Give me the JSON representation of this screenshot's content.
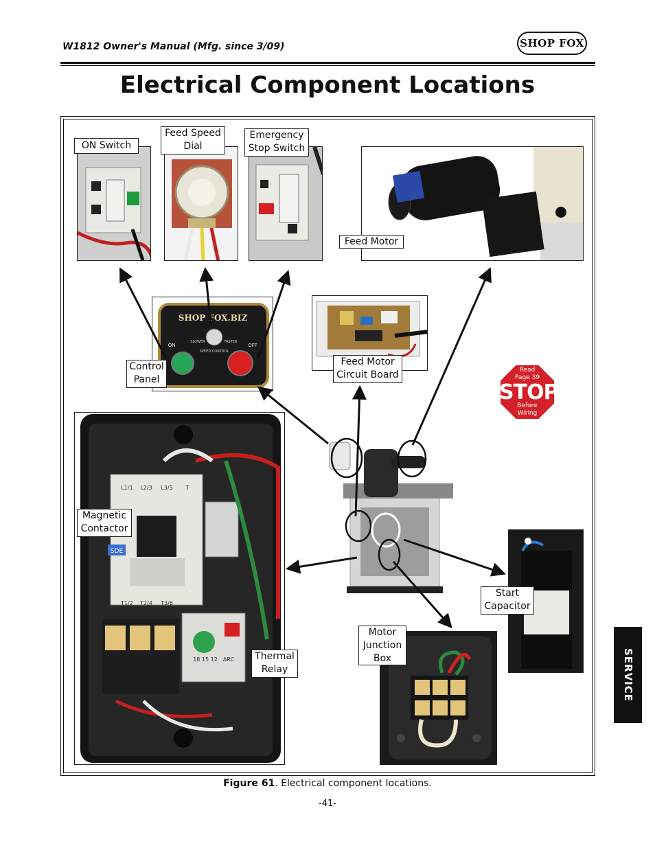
{
  "header": {
    "manual_title": "W1812 Owner's Manual (Mfg. since 3/09)",
    "logo_text": "SHOP FOX"
  },
  "page_title": "Electrical Component Locations",
  "labels": {
    "on_switch": "ON Switch",
    "feed_speed_dial": "Feed Speed\nDial",
    "emergency_stop": "Emergency\nStop Switch",
    "feed_motor": "Feed Motor",
    "control_panel": "Control\nPanel",
    "feed_motor_circuit_board": "Feed Motor\nCircuit Board",
    "magnetic_contactor": "Magnetic\nContactor",
    "thermal_relay": "Thermal\nRelay",
    "motor_junction_box": "Motor\nJunction\nBox",
    "start_capacitor": "Start\nCapacitor"
  },
  "control_panel_photo": {
    "brand": "SHOP FOX.BIZ",
    "on": "ON",
    "off": "OFF",
    "slower": "SLOWER",
    "faster": "FASTER",
    "speed_control": "SPEED\nCONTROL"
  },
  "contactor_photo": {
    "terminals_top": [
      "L1/1",
      "L2/3",
      "L3/5",
      "T"
    ],
    "terminals_bottom": [
      "T1/2",
      "T2/4",
      "T3/6"
    ],
    "brand": "SDE",
    "relay_numbers": "18   15   12",
    "relay_mark": "ARC"
  },
  "stop_sign": {
    "line1": "Read",
    "line2": "Page 39",
    "word": "STOP",
    "line3": "Before",
    "line4": "Wiring"
  },
  "caption": {
    "figure": "Figure 61",
    "text": ". Electrical component locations."
  },
  "page_number": "-41-",
  "side_tab": "SERVICE",
  "colors": {
    "stop_red": "#d4202a",
    "tab_bg": "#111111",
    "button_green": "#27a65a",
    "button_red": "#d82020"
  }
}
